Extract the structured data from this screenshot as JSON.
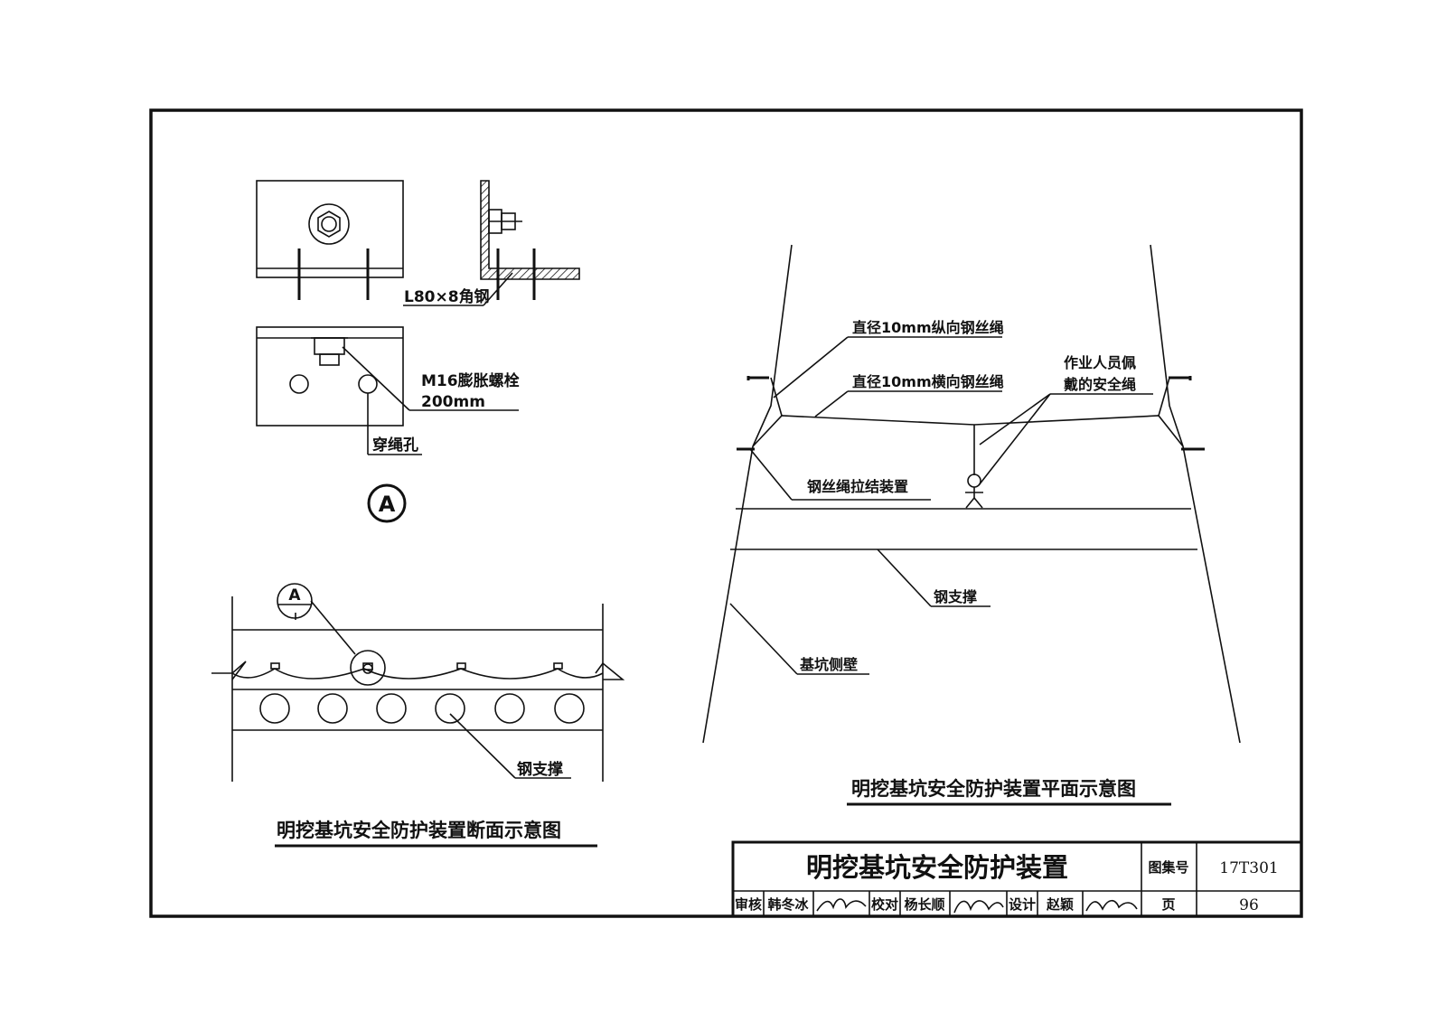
{
  "detail_a": {
    "angle_steel_label": "L80×8角钢",
    "bolt_label": "M16膨胀螺栓",
    "bolt_length": "200mm",
    "rope_hole_label": "穿绳孔",
    "marker": "A"
  },
  "section_view": {
    "marker": "A",
    "steel_support_label": "钢支撑",
    "title": "明挖基坑安全防护装置断面示意图"
  },
  "plan_view": {
    "longitudinal_rope_label": "直径10mm纵向钢丝绳",
    "transverse_rope_label": "直径10mm横向钢丝绳",
    "safety_rope_label_line1": "作业人员佩",
    "safety_rope_label_line2": "戴的安全绳",
    "tie_device_label": "钢丝绳拉结装置",
    "steel_support_label": "钢支撑",
    "pit_wall_label": "基坑侧壁",
    "title": "明挖基坑安全防护装置平面示意图"
  },
  "title_block": {
    "drawing_title": "明挖基坑安全防护装置",
    "atlas_no_label": "图集号",
    "atlas_no": "17T301",
    "review_label": "审核",
    "reviewer": "韩冬冰",
    "check_label": "校对",
    "checker": "杨长顺",
    "design_label": "设计",
    "designer": "赵颖",
    "page_label": "页",
    "page_no": "96"
  }
}
